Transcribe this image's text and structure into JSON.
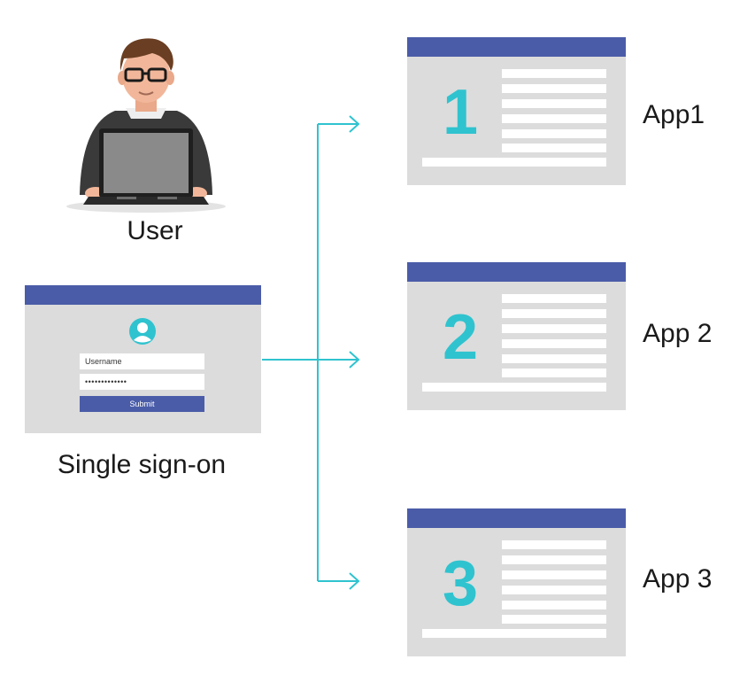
{
  "user": {
    "label": "User"
  },
  "login": {
    "username": "Username",
    "password": "•••••••••••••",
    "submit_label": "Submit"
  },
  "sso": {
    "label": "Single sign-on"
  },
  "apps": [
    {
      "number": "1",
      "label": "App1"
    },
    {
      "number": "2",
      "label": "App 2"
    },
    {
      "number": "3",
      "label": "App 3"
    }
  ],
  "colors": {
    "titlebar": "#4a5ca8",
    "accent": "#2fc3cf",
    "window_bg": "#dcdcdc"
  }
}
